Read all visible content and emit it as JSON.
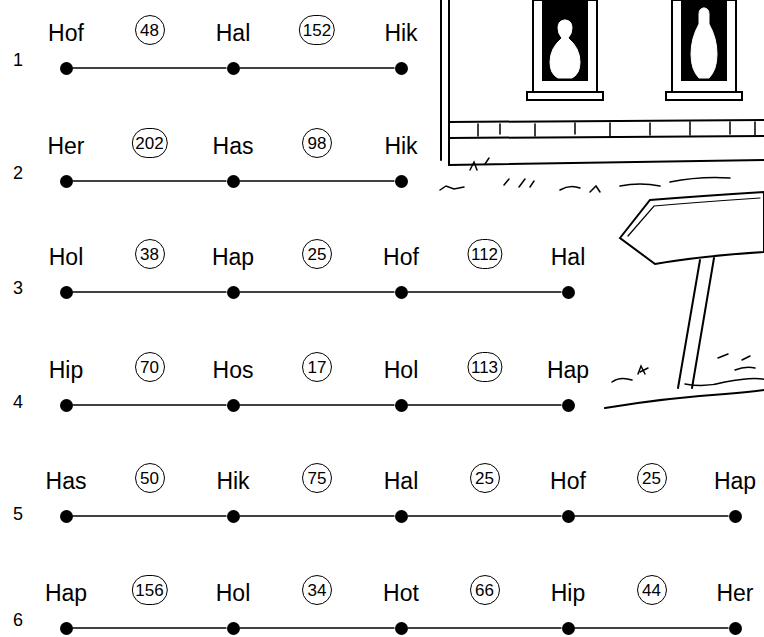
{
  "diagram": {
    "nodes": [
      {
        "text": [
          "Hof"
        ]
      },
      {
        "text": [
          "Hal"
        ]
      },
      {
        "text": [
          "Hik"
        ]
      },
      {
        "text": [
          "Her"
        ]
      },
      {
        "text": [
          "Has"
        ]
      },
      {
        "text": [
          "Hik"
        ]
      },
      {
        "text": [
          "Hol"
        ]
      },
      {
        "text": [
          "Hap"
        ]
      },
      {
        "text": [
          "Hof"
        ]
      },
      {
        "text": [
          "Hal"
        ]
      },
      {
        "text": [
          "Hip"
        ]
      },
      {
        "text": [
          "Hos"
        ]
      },
      {
        "text": [
          "Hol"
        ]
      },
      {
        "text": [
          "Hap"
        ]
      },
      {
        "text": [
          "Has"
        ]
      },
      {
        "text": [
          "Hik"
        ]
      },
      {
        "text": [
          "Hal"
        ]
      },
      {
        "text": [
          "Hof"
        ]
      },
      {
        "text": [
          "Hap"
        ]
      },
      {
        "text": [
          "Hap"
        ]
      },
      {
        "text": [
          "Hol"
        ]
      },
      {
        "text": [
          "Hot"
        ]
      },
      {
        "text": [
          "Hip"
        ]
      },
      {
        "text": [
          "Her"
        ]
      }
    ],
    "edges": [
      {
        "from": 0,
        "to": 1,
        "arrow": "none",
        "label": "48"
      },
      {
        "from": 1,
        "to": 2,
        "arrow": "none",
        "label": "152"
      },
      {
        "from": 3,
        "to": 4,
        "arrow": "none",
        "label": "202"
      },
      {
        "from": 4,
        "to": 5,
        "arrow": "none",
        "label": "98"
      },
      {
        "from": 6,
        "to": 7,
        "arrow": "none",
        "label": "38"
      },
      {
        "from": 7,
        "to": 8,
        "arrow": "none",
        "label": "25"
      },
      {
        "from": 8,
        "to": 9,
        "arrow": "none",
        "label": "112"
      },
      {
        "from": 10,
        "to": 11,
        "arrow": "none",
        "label": "70"
      },
      {
        "from": 11,
        "to": 12,
        "arrow": "none",
        "label": "17"
      },
      {
        "from": 12,
        "to": 13,
        "arrow": "none",
        "label": "113"
      },
      {
        "from": 14,
        "to": 15,
        "arrow": "none",
        "label": "50"
      },
      {
        "from": 15,
        "to": 16,
        "arrow": "none",
        "label": "75"
      },
      {
        "from": 16,
        "to": 17,
        "arrow": "none",
        "label": "25"
      },
      {
        "from": 17,
        "to": 18,
        "arrow": "none",
        "label": "25"
      },
      {
        "from": 19,
        "to": 20,
        "arrow": "none",
        "label": "156"
      },
      {
        "from": 20,
        "to": 21,
        "arrow": "none",
        "label": "34"
      },
      {
        "from": 21,
        "to": 22,
        "arrow": "none",
        "label": "66"
      },
      {
        "from": 22,
        "to": 23,
        "arrow": "none",
        "label": "44"
      }
    ],
    "labels": [
      "1",
      "2",
      "3",
      "4",
      "5",
      "6"
    ]
  }
}
